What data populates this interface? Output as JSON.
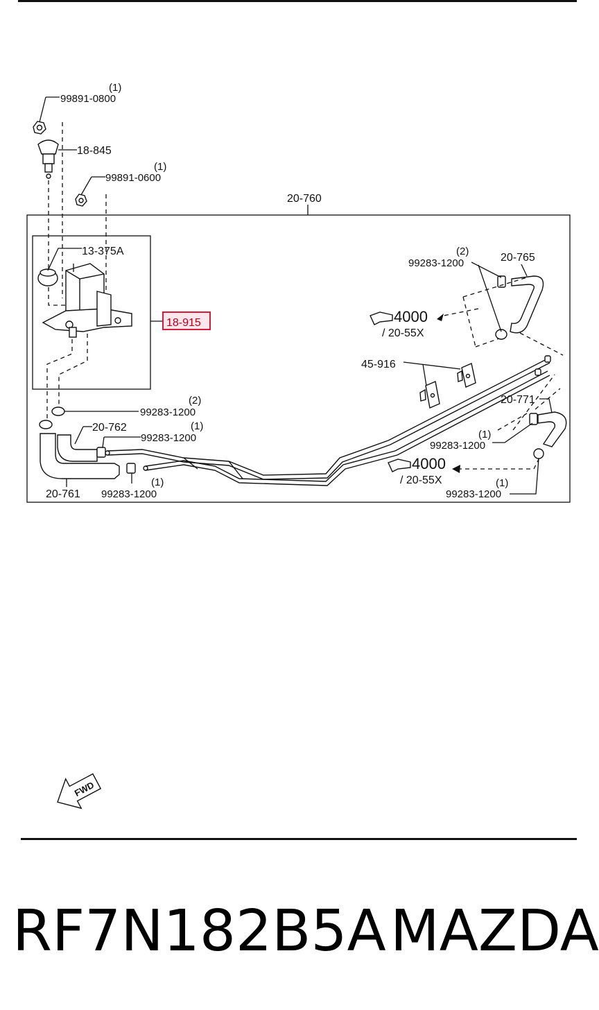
{
  "diagram": {
    "labels": {
      "p99891_0800": "99891-0800",
      "p99891_0800_qty": "(1)",
      "p18_845": "18-845",
      "p99891_0600": "99891-0600",
      "p99891_0600_qty": "(1)",
      "p20_760": "20-760",
      "p13_375A": "13-375A",
      "p18_915": "18-915",
      "p99283_top": "99283-1200",
      "p99283_top_qty": "(2)",
      "p20_765": "20-765",
      "ref4000_top": "4000",
      "ref4000_top_sub": "/ 20-55X",
      "p45_916": "45-916",
      "p20_771": "20-771",
      "p99283_r1": "99283-1200",
      "p99283_r1_qty": "(1)",
      "ref4000_bottom": "4000",
      "ref4000_bottom_sub": "/ 20-55X",
      "p99283_r2": "99283-1200",
      "p99283_r2_qty": "(1)",
      "p99283_l1": "99283-1200",
      "p99283_l1_qty": "(2)",
      "p20_762": "20-762",
      "p99283_l2": "99283-1200",
      "p99283_l2_qty": "(1)",
      "p20_761": "20-761",
      "p99283_l3": "99283-1200",
      "p99283_l3_qty": "(1)",
      "fwd": "FWD"
    },
    "highlight_color": "#d81b3a"
  },
  "footer": {
    "part_number": "RF7N182B5A",
    "brand": "MAZDA"
  }
}
